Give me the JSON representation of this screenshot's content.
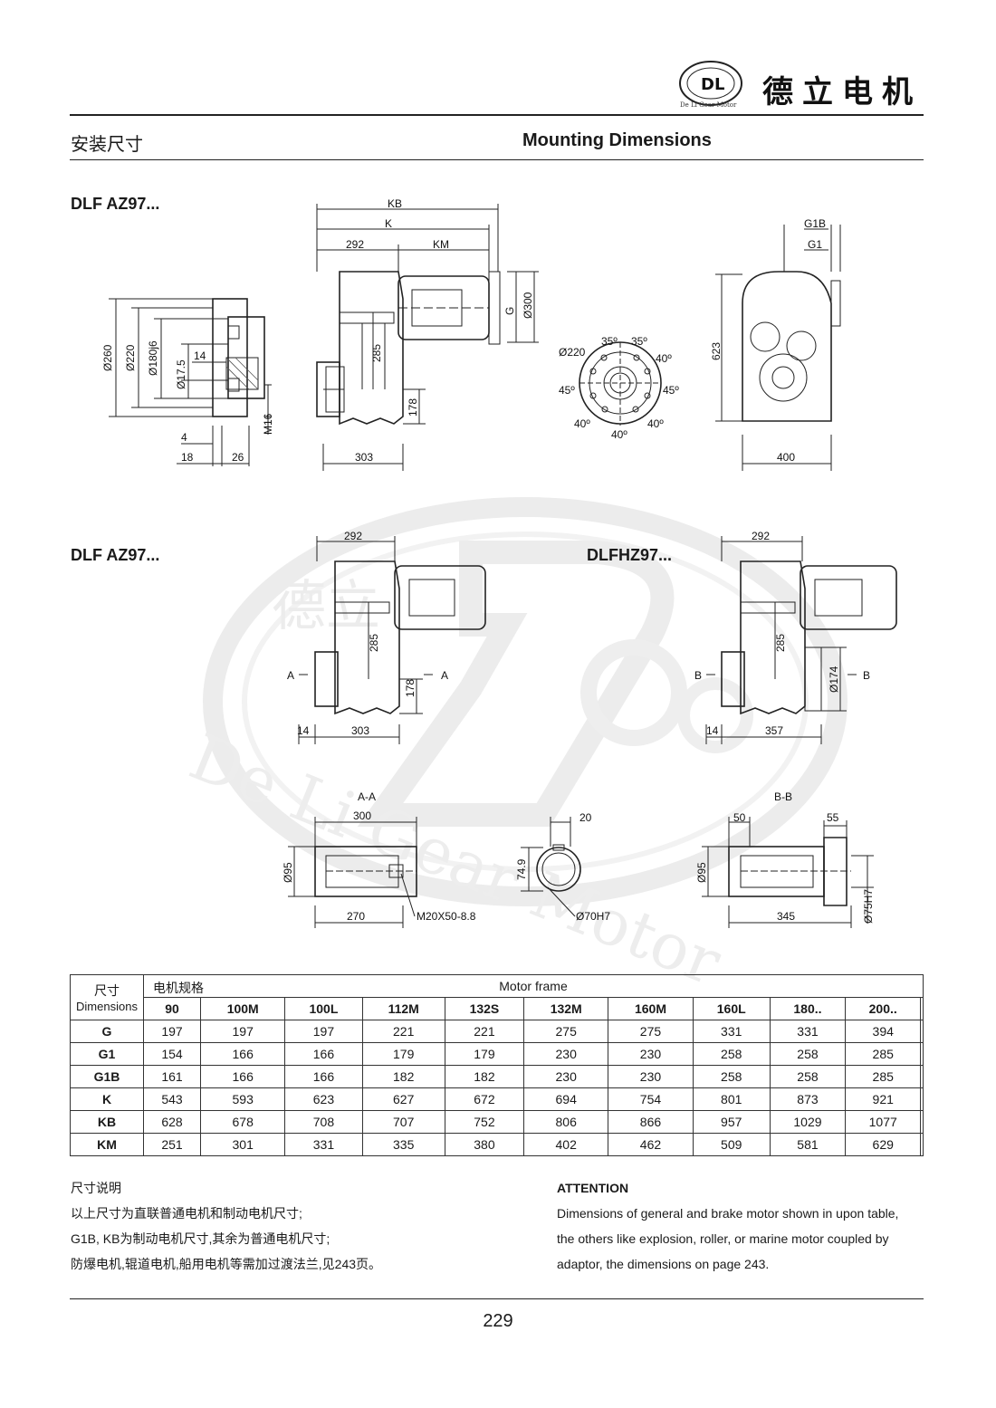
{
  "header": {
    "brand_cn": "德立电机",
    "logo_letters": "DL",
    "logo_ring_text": "De Li Gear Motor",
    "section_cn": "安装尺寸",
    "section_en": "Mounting Dimensions"
  },
  "watermark": {
    "text": "De Li Gear Motor",
    "chars": "德立"
  },
  "drawings": {
    "model_top": "DLF AZ97...",
    "model_mid_left": "DLF AZ97...",
    "model_mid_right": "DLFHZ97...",
    "top_side_view": {
      "d260": "Ø260",
      "d220": "Ø220",
      "d180": "Ø180j6",
      "d17": "Ø17.5",
      "d14": "14",
      "m16": "M16",
      "d4": "4",
      "d18": "18",
      "d26": "26"
    },
    "top_front_view": {
      "kb": "KB",
      "k": "K",
      "d292": "292",
      "km": "KM",
      "g": "G",
      "d300": "Ø300",
      "d285": "285",
      "d178": "178",
      "d303": "303"
    },
    "flange_view": {
      "d220": "Ø220",
      "a35l": "35º",
      "a35r": "35º",
      "a40tr": "40º",
      "a45l": "45º",
      "a45r": "45º",
      "a40bl": "40º",
      "a40br": "40º",
      "a40b": "40º"
    },
    "end_view": {
      "g1b": "G1B",
      "g1": "G1",
      "d623": "623",
      "d400": "400"
    },
    "mid_left_view": {
      "d292": "292",
      "d285": "285",
      "d178": "178",
      "d14": "14",
      "d303": "303",
      "sec_a": "A"
    },
    "mid_right_view": {
      "d292": "292",
      "d285": "285",
      "d174": "Ø174",
      "d14": "14",
      "d357": "357",
      "sec_b": "B"
    },
    "section_aa": {
      "title": "A-A",
      "d300": "300",
      "d95": "Ø95",
      "d270": "270",
      "thread": "M20X50-8.8"
    },
    "key_view": {
      "d20": "20",
      "d749": "74.9",
      "d70": "Ø70H7"
    },
    "section_bb": {
      "title": "B-B",
      "d50": "50",
      "d55": "55",
      "d95": "Ø95",
      "d345": "345",
      "d75": "Ø75H7"
    }
  },
  "table": {
    "corner_cn": "尺寸",
    "corner_en": "Dimensions",
    "motor_cn": "电机规格",
    "motor_en": "Motor frame",
    "columns": [
      "90",
      "100M",
      "100L",
      "112M",
      "132S",
      "132M",
      "160M",
      "160L",
      "180..",
      "200..",
      ""
    ],
    "rows": [
      {
        "label": "G",
        "values": [
          "197",
          "197",
          "197",
          "221",
          "221",
          "275",
          "275",
          "331",
          "331",
          "394",
          ""
        ]
      },
      {
        "label": "G1",
        "values": [
          "154",
          "166",
          "166",
          "179",
          "179",
          "230",
          "230",
          "258",
          "258",
          "285",
          ""
        ]
      },
      {
        "label": "G1B",
        "values": [
          "161",
          "166",
          "166",
          "182",
          "182",
          "230",
          "230",
          "258",
          "258",
          "285",
          ""
        ]
      },
      {
        "label": "K",
        "values": [
          "543",
          "593",
          "623",
          "627",
          "672",
          "694",
          "754",
          "801",
          "873",
          "921",
          ""
        ]
      },
      {
        "label": "KB",
        "values": [
          "628",
          "678",
          "708",
          "707",
          "752",
          "806",
          "866",
          "957",
          "1029",
          "1077",
          ""
        ]
      },
      {
        "label": "KM",
        "values": [
          "251",
          "301",
          "331",
          "335",
          "380",
          "402",
          "462",
          "509",
          "581",
          "629",
          ""
        ]
      }
    ]
  },
  "notes_cn": {
    "title": "尺寸说明",
    "lines": [
      "以上尺寸为直联普通电机和制动电机尺寸;",
      "G1B, KB为制动电机尺寸,其余为普通电机尺寸;",
      "防爆电机,辊道电机,船用电机等需加过渡法兰,见243页。"
    ]
  },
  "notes_en": {
    "title": "ATTENTION",
    "lines": [
      "Dimensions of general and brake motor shown in upon table,",
      "the others like explosion, roller, or marine motor coupled by",
      "adaptor, the dimensions on page 243."
    ]
  },
  "footer": {
    "page": "229"
  }
}
